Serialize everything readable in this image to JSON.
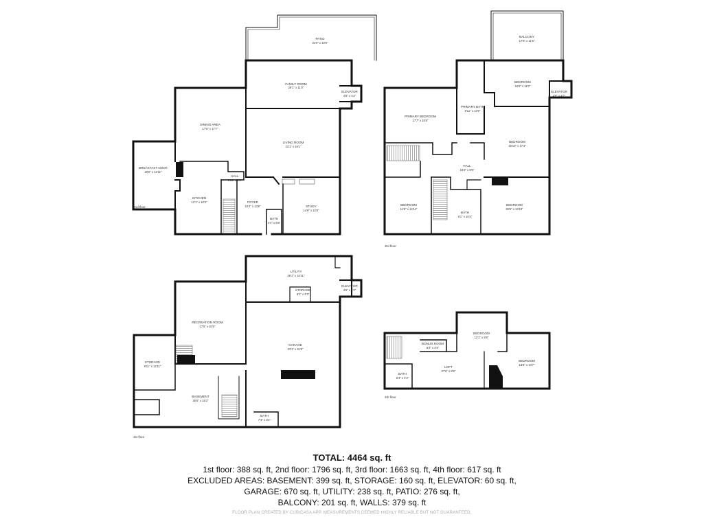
{
  "floors": {
    "second": {
      "label": "2nd floor",
      "rooms": {
        "patio": {
          "name": "PATIO",
          "dims": "31'0\" x 10'6\""
        },
        "family_room": {
          "name": "FAMILY ROOM",
          "dims": "26'1\" x 11'0\""
        },
        "elevator": {
          "name": "ELEVATOR",
          "dims": "4'6\" x 4'2\""
        },
        "dining_area": {
          "name": "DINING AREA",
          "dims": "17'6\" x 17'7\""
        },
        "living_room": {
          "name": "LIVING ROOM",
          "dims": "23'1\" x 19'1\""
        },
        "breakfast_nook": {
          "name": "BREAKFAST NOOK",
          "dims": "10'6\" x 12'11\""
        },
        "hall": {
          "name": "HALL",
          "dims": "5'10\" x 4'0\""
        },
        "kitchen": {
          "name": "KITCHEN",
          "dims": "12'1\" x 16'3\""
        },
        "foyer": {
          "name": "FOYER",
          "dims": "10'4\" x 13'8\""
        },
        "study": {
          "name": "STUDY",
          "dims": "14'9\" x 13'8\""
        },
        "bath": {
          "name": "BATH",
          "dims": "4'4\" x 6'8\""
        }
      }
    },
    "third": {
      "label": "3rd floor",
      "rooms": {
        "balcony": {
          "name": "BALCONY",
          "dims": "17'5\" x 11'5\""
        },
        "bedroom_top": {
          "name": "BEDROOM",
          "dims": "16'6\" x 11'0\""
        },
        "elevator": {
          "name": "ELEVATOR",
          "dims": "4'6\" x 4'2\""
        },
        "primary_bedroom": {
          "name": "PRIMARY BEDROOM",
          "dims": "17'7\" x 15'6\""
        },
        "primary_bath": {
          "name": "PRIMARY BATH",
          "dims": "8'11\" x 13'9\""
        },
        "bedroom_right": {
          "name": "BEDROOM",
          "dims": "15'10\" x 17'4\""
        },
        "hall": {
          "name": "HALL",
          "dims": "16'3\" x 8'6\""
        },
        "bedroom_left": {
          "name": "BEDROOM",
          "dims": "11'9\" x 14'11\""
        },
        "bath": {
          "name": "BATH",
          "dims": "9'1\" x 10'4\""
        },
        "bedroom_bottom": {
          "name": "BEDROOM",
          "dims": "20'5\" x 13'10\""
        }
      }
    },
    "first": {
      "label": "1st floor",
      "rooms": {
        "utility": {
          "name": "UTILITY",
          "dims": "26'1\" x 10'11\""
        },
        "storage_small": {
          "name": "STORAGE",
          "dims": "6'1\" x 4'3\""
        },
        "elevator": {
          "name": "ELEVATOR",
          "dims": "4'6\" x 4'2\""
        },
        "recreation_room": {
          "name": "RECREATION ROOM",
          "dims": "17'5\" x 20'5\""
        },
        "garage": {
          "name": "GARAGE",
          "dims": "23'1\" x 31'8\""
        },
        "storage": {
          "name": "STORAGE",
          "dims": "9'11\" x 12'11\""
        },
        "basement": {
          "name": "BASEMENT",
          "dims": "30'5\" x 15'3\""
        },
        "bath": {
          "name": "BATH",
          "dims": "7'4\" x 3'1\""
        }
      }
    },
    "fourth": {
      "label": "4th floor",
      "rooms": {
        "bedroom_top": {
          "name": "BEDROOM",
          "dims": "12'1\" x 9'8\""
        },
        "bonus_room": {
          "name": "BONUS ROOM",
          "dims": "8'4\" x 4'5\""
        },
        "bedroom_right": {
          "name": "BEDROOM",
          "dims": "13'3\" x 13'7\""
        },
        "loft": {
          "name": "LOFT",
          "dims": "27'6\" x 8'5\""
        },
        "bath": {
          "name": "BATH",
          "dims": "6'4\" x 4'4\""
        }
      }
    }
  },
  "summary": {
    "total": "TOTAL: 4464 sq. ft",
    "line1": "1st floor: 388 sq. ft, 2nd floor: 1796 sq. ft, 3rd floor: 1663 sq. ft, 4th floor: 617 sq. ft",
    "line2": "EXCLUDED AREAS: BASEMENT: 399 sq. ft, STORAGE: 160 sq. ft, ELEVATOR: 60 sq. ft,",
    "line3": "GARAGE: 670 sq. ft, UTILITY: 238 sq. ft, PATIO: 276 sq. ft,",
    "line4": "BALCONY: 201 sq. ft, WALLS: 379 sq. ft"
  },
  "footer": "FLOOR PLAN CREATED BY CUBICASA APP. MEASUREMENTS DEEMED HIGHLY RELIABLE BUT NOT GUARANTEED."
}
